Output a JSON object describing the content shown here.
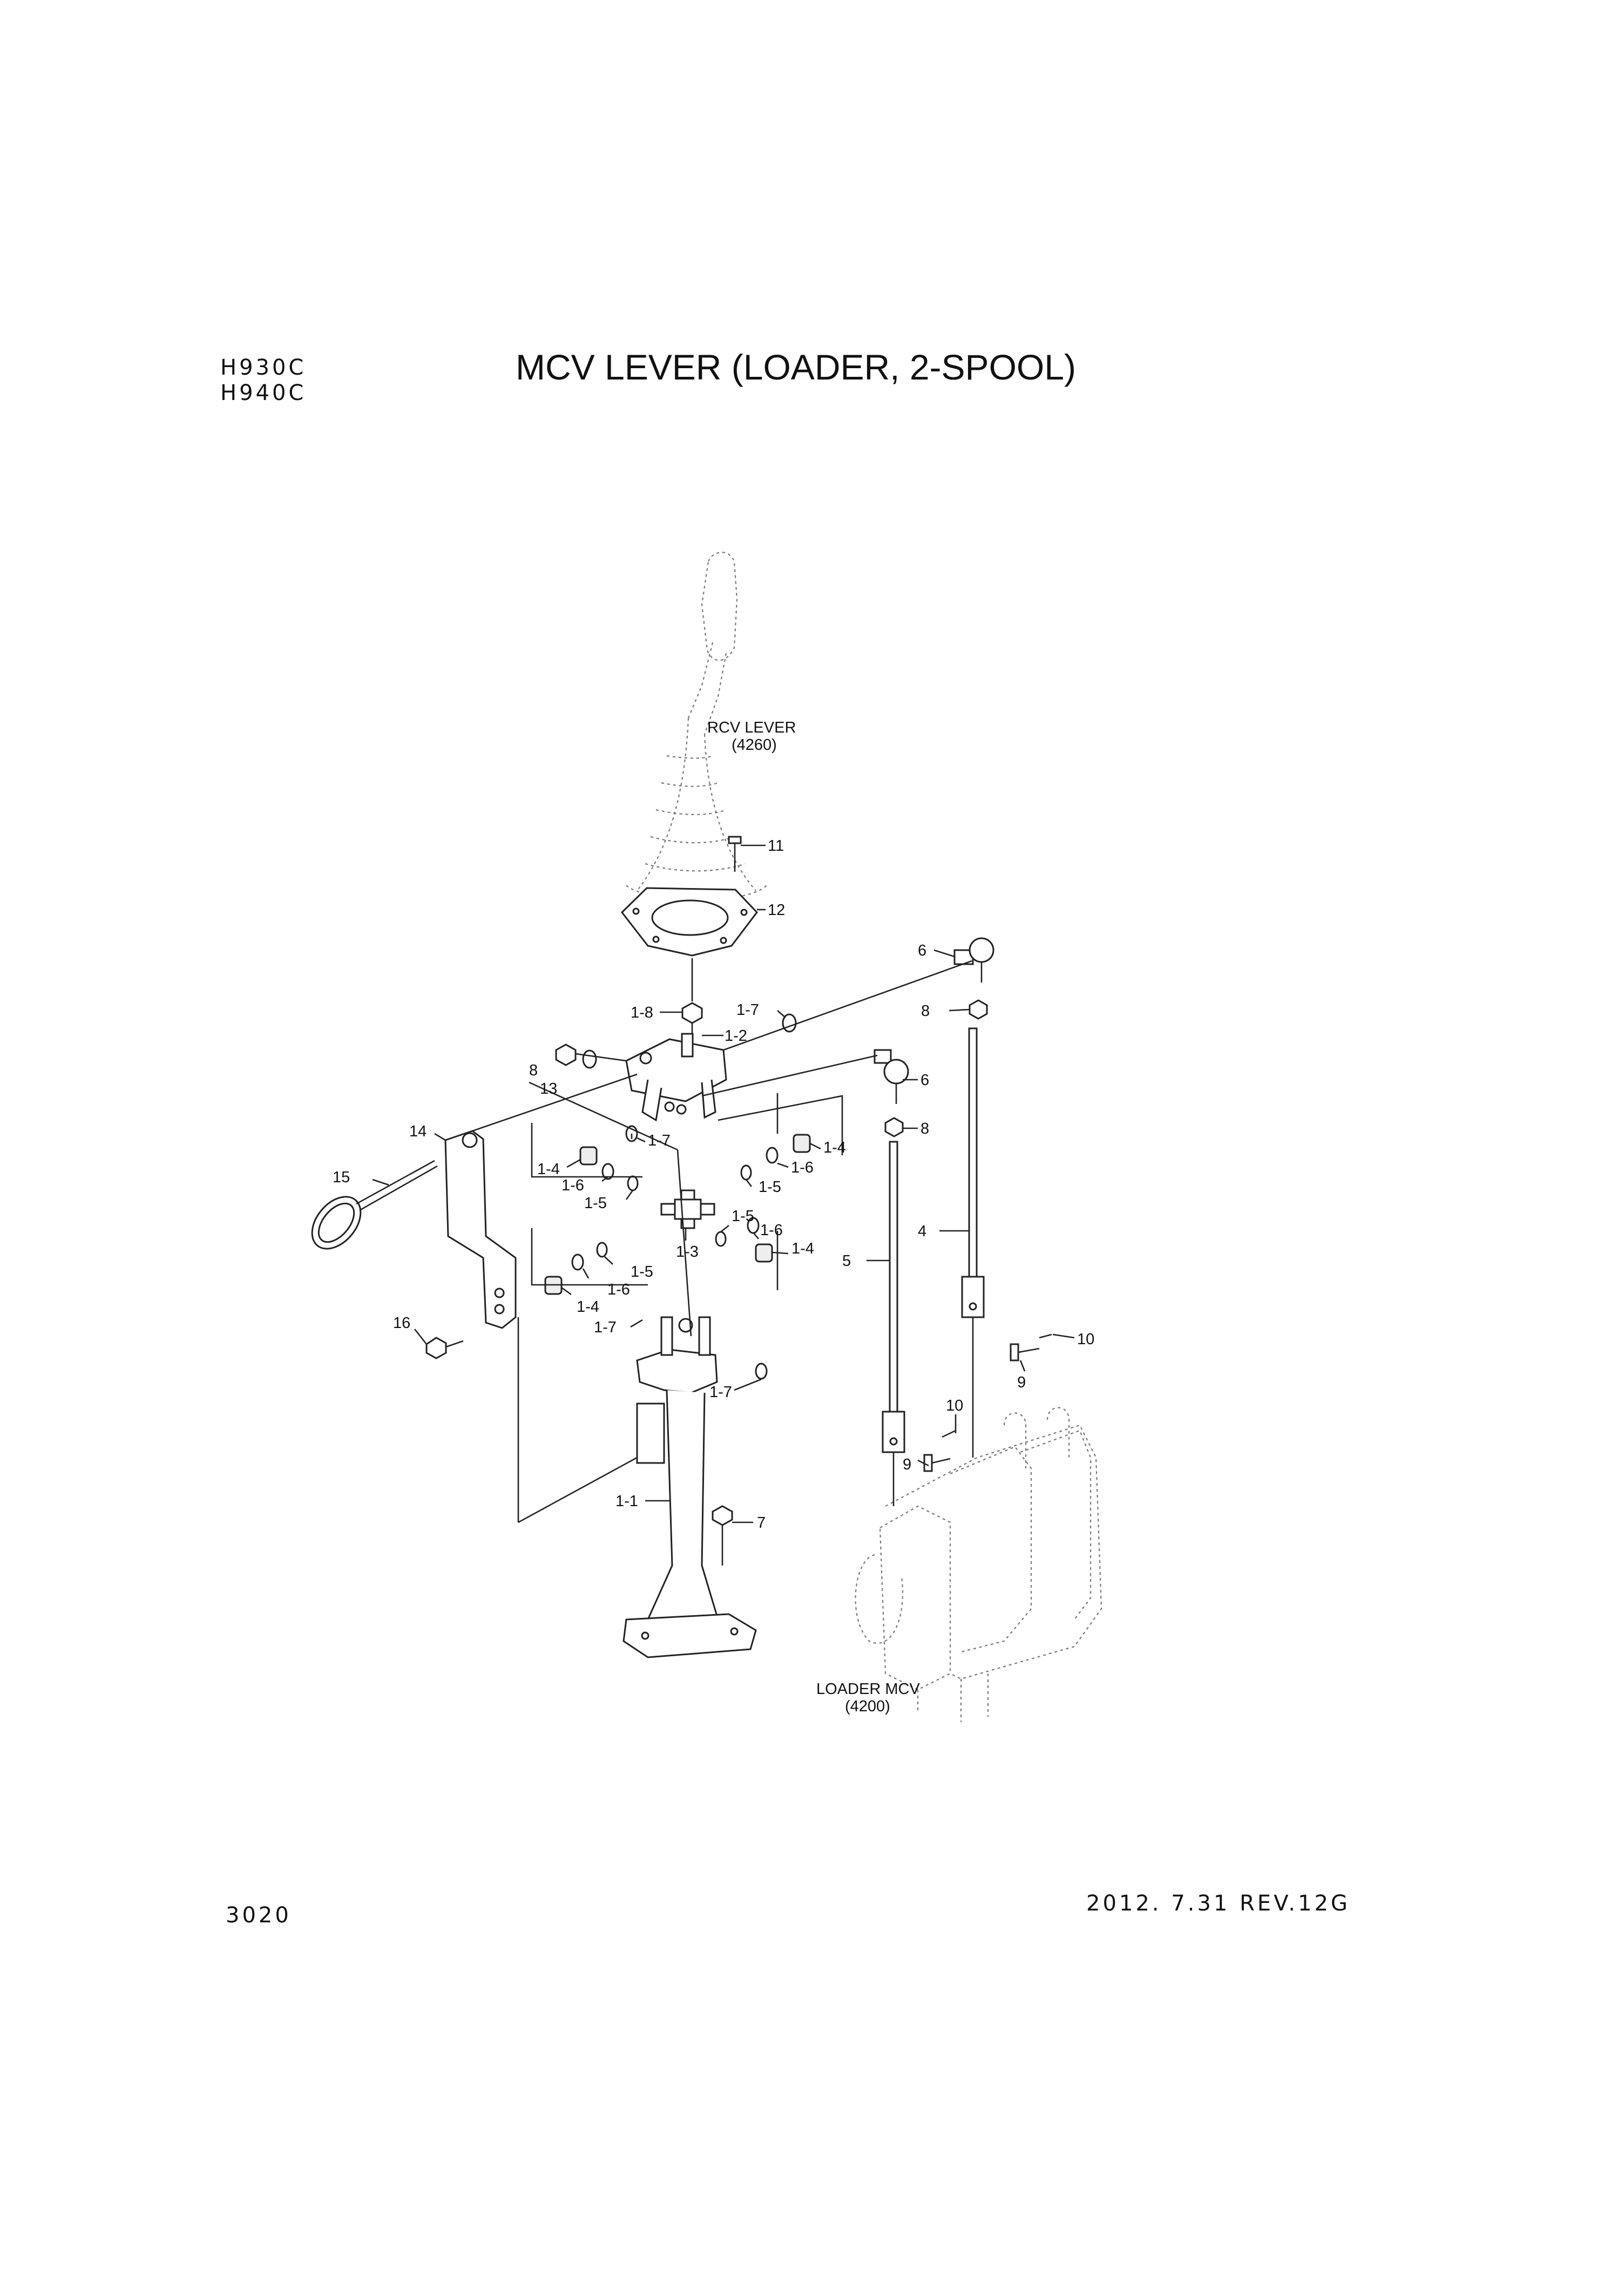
{
  "header": {
    "models": [
      "H930C",
      "H940C"
    ],
    "title": "MCV LEVER (LOADER, 2-SPOOL)"
  },
  "footer": {
    "page_number": "3020",
    "revision": "2012. 7.31 REV.12G"
  },
  "references": [
    {
      "name": "RCV LEVER",
      "code": "(4260)"
    },
    {
      "name": "LOADER MCV",
      "code": "(4200)"
    }
  ],
  "callouts": [
    "11",
    "12",
    "6",
    "1-8",
    "1-7",
    "8",
    "1-2",
    "8",
    "13",
    "6",
    "8",
    "14",
    "1-7",
    "1-4",
    "15",
    "1-4",
    "1-6",
    "1-5",
    "1-6",
    "1-5",
    "1-5",
    "1-6",
    "1-4",
    "1-3",
    "4",
    "5",
    "1-5",
    "1-6",
    "1-4",
    "16",
    "1-7",
    "10",
    "9",
    "1-7",
    "10",
    "9",
    "1-1",
    "7"
  ]
}
